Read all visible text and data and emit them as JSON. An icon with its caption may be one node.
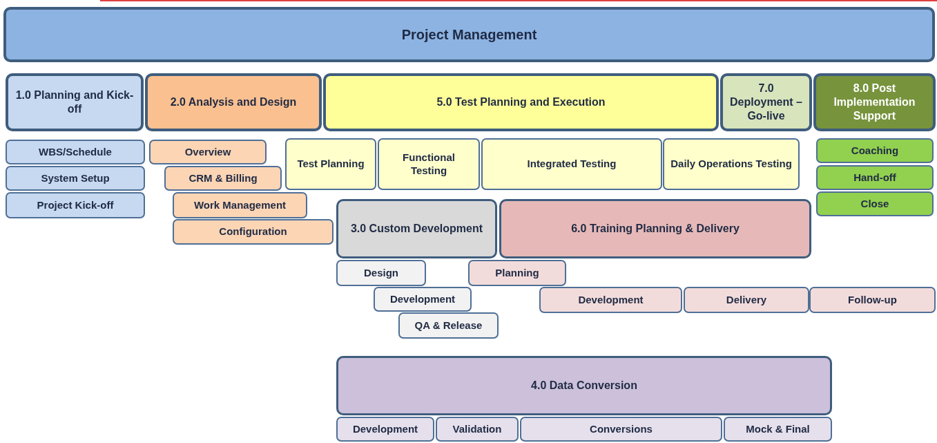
{
  "diagram": {
    "nodes": [
      {
        "text": [
          "Project Management"
        ]
      },
      {
        "text": [
          "1.0 Planning and Kick-off"
        ]
      },
      {
        "text": [
          "2.0 Analysis and Design"
        ]
      },
      {
        "text": [
          "5.0 Test Planning and Execution"
        ]
      },
      {
        "text": [
          "7.0 Deployment – Go-live"
        ]
      },
      {
        "text": [
          "8.0 Post Implementation Support"
        ]
      },
      {
        "text": [
          "WBS/Schedule"
        ]
      },
      {
        "text": [
          "System Setup"
        ]
      },
      {
        "text": [
          "Project Kick-off"
        ]
      },
      {
        "text": [
          "Overview"
        ]
      },
      {
        "text": [
          "CRM & Billing"
        ]
      },
      {
        "text": [
          "Work Management"
        ]
      },
      {
        "text": [
          "Configuration"
        ]
      },
      {
        "text": [
          "Test Planning"
        ]
      },
      {
        "text": [
          "Functional Testing"
        ]
      },
      {
        "text": [
          "Integrated Testing"
        ]
      },
      {
        "text": [
          "Daily Operations Testing"
        ]
      },
      {
        "text": [
          "Coaching"
        ]
      },
      {
        "text": [
          "Hand-off"
        ]
      },
      {
        "text": [
          "Close"
        ]
      },
      {
        "text": [
          "3.0 Custom Development"
        ]
      },
      {
        "text": [
          "6.0 Training Planning & Delivery"
        ]
      },
      {
        "text": [
          "Design"
        ]
      },
      {
        "text": [
          "Development"
        ]
      },
      {
        "text": [
          "QA & Release"
        ]
      },
      {
        "text": [
          "Planning"
        ]
      },
      {
        "text": [
          "Development"
        ]
      },
      {
        "text": [
          "Delivery"
        ]
      },
      {
        "text": [
          "Follow-up"
        ]
      },
      {
        "text": [
          "4.0 Data Conversion"
        ]
      },
      {
        "text": [
          "Development"
        ]
      },
      {
        "text": [
          "Validation"
        ]
      },
      {
        "text": [
          "Conversions"
        ]
      },
      {
        "text": [
          "Mock & Final"
        ]
      }
    ]
  }
}
